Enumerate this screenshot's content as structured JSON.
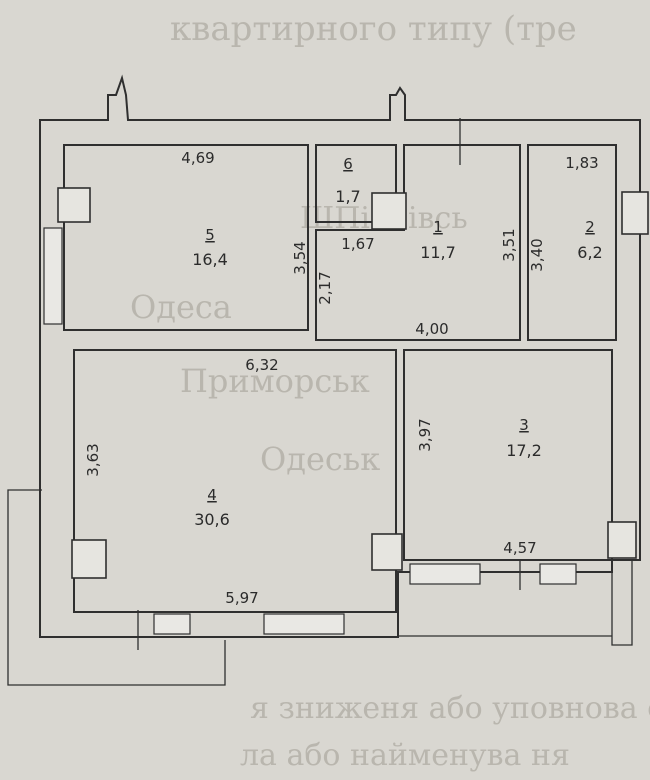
{
  "background_text": {
    "top": "квартирного типу (тре",
    "right_1": "ШПіонівсь",
    "right_2": "Одеса",
    "right_3": "Приморськ",
    "right_4": "Одеськ",
    "bottom_1": "я зниженя або уповнова ена",
    "bottom_2": "ла або найменува ня"
  },
  "rooms": [
    {
      "number": "5",
      "area": "16,4"
    },
    {
      "number": "6",
      "area": "1,7"
    },
    {
      "number": "1",
      "area": "11,7"
    },
    {
      "number": "2",
      "area": "6,2"
    },
    {
      "number": "4",
      "area": "30,6"
    },
    {
      "number": "3",
      "area": "17,2"
    }
  ],
  "dimensions": {
    "d_4_69": "4,69",
    "d_1_83": "1,83",
    "d_3_54": "3,54",
    "d_1_67": "1,67",
    "d_2_17": "2,17",
    "d_3_51": "3,51",
    "d_3_40": "3,40",
    "d_4_00": "4,00",
    "d_6_32": "6,32",
    "d_3_97": "3,97",
    "d_3_63": "3,63",
    "d_5_97": "5,97",
    "d_4_57": "4,57"
  }
}
